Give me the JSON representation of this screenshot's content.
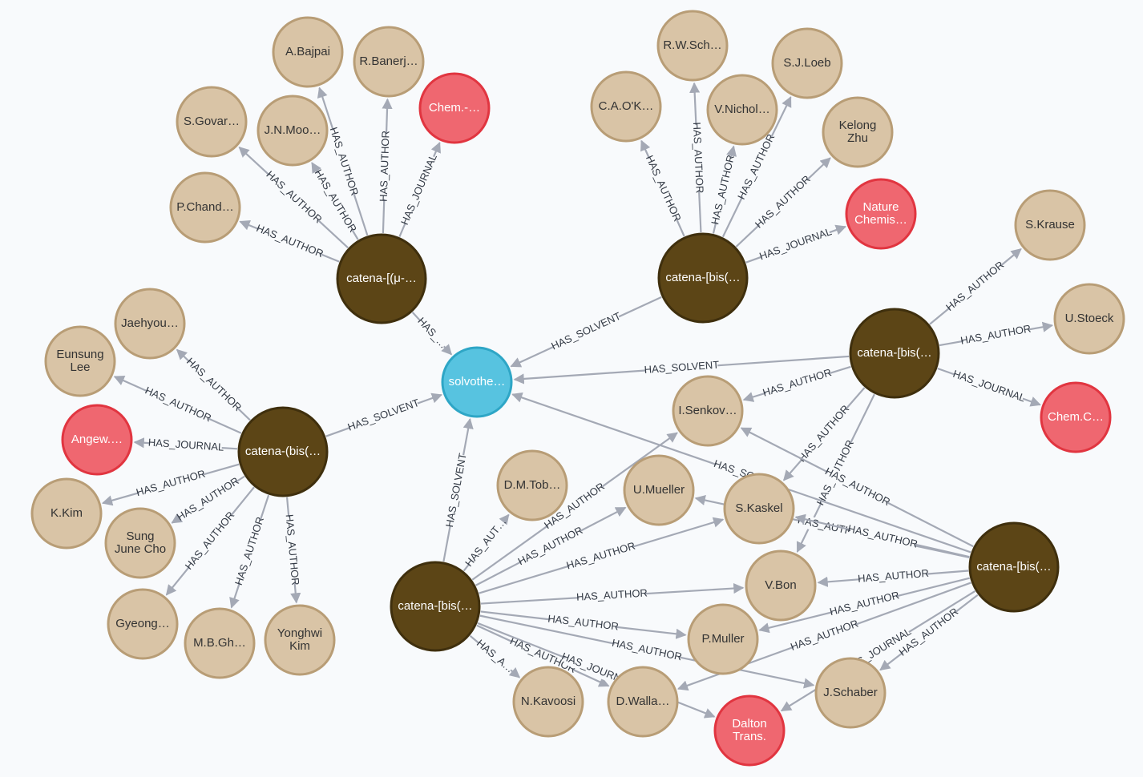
{
  "graph": {
    "colors": {
      "author": "#d9c4a6",
      "author_border": "#b89d76",
      "compound": "#5c4516",
      "compound_border": "#3f2f0d",
      "journal": "#ef6770",
      "journal_border": "#e13540",
      "solvent": "#57c3e0",
      "solvent_border": "#2ea6c6",
      "edge": "#a4a9b5",
      "label_dark": "#333333",
      "label_light": "#ffffff"
    },
    "nodes": [
      {
        "id": "solv",
        "type": "solvent",
        "label": [
          "solvothe…"
        ],
        "icon": "solvent-node"
      },
      {
        "id": "c1",
        "type": "compound",
        "label": [
          "catena-[(μ-…"
        ]
      },
      {
        "id": "c2",
        "type": "compound",
        "label": [
          "catena-[bis(…"
        ]
      },
      {
        "id": "c3",
        "type": "compound",
        "label": [
          "catena-[bis(…"
        ]
      },
      {
        "id": "c4",
        "type": "compound",
        "label": [
          "catena-(bis(…"
        ]
      },
      {
        "id": "c5",
        "type": "compound",
        "label": [
          "catena-[bis(…"
        ]
      },
      {
        "id": "c6",
        "type": "compound",
        "label": [
          "catena-[bis(…"
        ]
      },
      {
        "id": "a_bajpai",
        "type": "author",
        "label": [
          "A.Bajpai"
        ]
      },
      {
        "id": "r_banerj",
        "type": "author",
        "label": [
          "R.Banerj…"
        ]
      },
      {
        "id": "j_chem_eur",
        "type": "journal",
        "label": [
          "Chem.-…"
        ]
      },
      {
        "id": "s_govar",
        "type": "author",
        "label": [
          "S.Govar…"
        ]
      },
      {
        "id": "jn_moo",
        "type": "author",
        "label": [
          "J.N.Moo…"
        ]
      },
      {
        "id": "p_chand",
        "type": "author",
        "label": [
          "P.Chand…"
        ]
      },
      {
        "id": "rw_sch",
        "type": "author",
        "label": [
          "R.W.Sch…"
        ]
      },
      {
        "id": "sj_loeb",
        "type": "author",
        "label": [
          "S.J.Loeb"
        ]
      },
      {
        "id": "cao_k",
        "type": "author",
        "label": [
          "C.A.O'K…"
        ]
      },
      {
        "id": "v_nichol",
        "type": "author",
        "label": [
          "V.Nichol…"
        ]
      },
      {
        "id": "kelong_zhu",
        "type": "author",
        "label": [
          "Kelong",
          "Zhu"
        ]
      },
      {
        "id": "j_nature",
        "type": "journal",
        "label": [
          "Nature",
          "Chemis…"
        ]
      },
      {
        "id": "s_krause",
        "type": "author",
        "label": [
          "S.Krause"
        ]
      },
      {
        "id": "u_stoeck",
        "type": "author",
        "label": [
          "U.Stoeck"
        ]
      },
      {
        "id": "j_chem_c",
        "type": "journal",
        "label": [
          "Chem.C…"
        ]
      },
      {
        "id": "i_senkov",
        "type": "author",
        "label": [
          "I.Senkov…"
        ]
      },
      {
        "id": "jaehyou",
        "type": "author",
        "label": [
          "Jaehyou…"
        ]
      },
      {
        "id": "eunsung_lee",
        "type": "author",
        "label": [
          "Eunsung",
          "Lee"
        ]
      },
      {
        "id": "j_angew",
        "type": "journal",
        "label": [
          "Angew.…"
        ]
      },
      {
        "id": "k_kim",
        "type": "author",
        "label": [
          "K.Kim"
        ]
      },
      {
        "id": "sung_june_cho",
        "type": "author",
        "label": [
          "Sung",
          "June Cho"
        ]
      },
      {
        "id": "gyeong",
        "type": "author",
        "label": [
          "Gyeong…"
        ]
      },
      {
        "id": "mb_gh",
        "type": "author",
        "label": [
          "M.B.Gh…"
        ]
      },
      {
        "id": "yonghwi_kim",
        "type": "author",
        "label": [
          "Yonghwi",
          "Kim"
        ]
      },
      {
        "id": "dm_tob",
        "type": "author",
        "label": [
          "D.M.Tob…"
        ]
      },
      {
        "id": "u_mueller",
        "type": "author",
        "label": [
          "U.Mueller"
        ]
      },
      {
        "id": "s_kaskel",
        "type": "author",
        "label": [
          "S.Kaskel"
        ]
      },
      {
        "id": "v_bon",
        "type": "author",
        "label": [
          "V.Bon"
        ]
      },
      {
        "id": "p_muller",
        "type": "author",
        "label": [
          "P.Muller"
        ]
      },
      {
        "id": "j_schaber",
        "type": "author",
        "label": [
          "J.Schaber"
        ]
      },
      {
        "id": "n_kavoosi",
        "type": "author",
        "label": [
          "N.Kavoosi"
        ]
      },
      {
        "id": "d_walla",
        "type": "author",
        "label": [
          "D.Walla…"
        ]
      },
      {
        "id": "j_dalton",
        "type": "journal",
        "label": [
          "Dalton",
          "Trans."
        ]
      }
    ],
    "edges": [
      {
        "from": "c1",
        "to": "a_bajpai",
        "label": "HAS_AUTHOR"
      },
      {
        "from": "c1",
        "to": "r_banerj",
        "label": "HAS_AUTHOR"
      },
      {
        "from": "c1",
        "to": "j_chem_eur",
        "label": "HAS_JOURNAL"
      },
      {
        "from": "c1",
        "to": "s_govar",
        "label": "HAS_AUTHOR"
      },
      {
        "from": "c1",
        "to": "jn_moo",
        "label": "HAS_AUTHOR"
      },
      {
        "from": "c1",
        "to": "p_chand",
        "label": "HAS_AUTHOR"
      },
      {
        "from": "c1",
        "to": "solv",
        "label": "HAS_…"
      },
      {
        "from": "c2",
        "to": "cao_k",
        "label": "HAS_AUTHOR"
      },
      {
        "from": "c2",
        "to": "rw_sch",
        "label": "HAS_AUTHOR"
      },
      {
        "from": "c2",
        "to": "v_nichol",
        "label": "HAS_AUTHOR"
      },
      {
        "from": "c2",
        "to": "sj_loeb",
        "label": "HAS_AUTHOR"
      },
      {
        "from": "c2",
        "to": "kelong_zhu",
        "label": "HAS_AUTHOR"
      },
      {
        "from": "c2",
        "to": "j_nature",
        "label": "HAS_JOURNAL"
      },
      {
        "from": "c2",
        "to": "solv",
        "label": "HAS_SOLVENT"
      },
      {
        "from": "c3",
        "to": "s_krause",
        "label": "HAS_AUTHOR"
      },
      {
        "from": "c3",
        "to": "u_stoeck",
        "label": "HAS_AUTHOR"
      },
      {
        "from": "c3",
        "to": "j_chem_c",
        "label": "HAS_JOURNAL"
      },
      {
        "from": "c3",
        "to": "solv",
        "label": "HAS_SOLVENT"
      },
      {
        "from": "c3",
        "to": "i_senkov",
        "label": "HAS_AUTHOR"
      },
      {
        "from": "c3",
        "to": "s_kaskel",
        "label": "HAS_AUTHOR"
      },
      {
        "from": "c3",
        "to": "v_bon",
        "label": "HAS_AUTHOR"
      },
      {
        "from": "c4",
        "to": "jaehyou",
        "label": "HAS_AUTHOR"
      },
      {
        "from": "c4",
        "to": "eunsung_lee",
        "label": "HAS_AUTHOR"
      },
      {
        "from": "c4",
        "to": "j_angew",
        "label": "HAS_JOURNAL"
      },
      {
        "from": "c4",
        "to": "k_kim",
        "label": "HAS_AUTHOR"
      },
      {
        "from": "c4",
        "to": "sung_june_cho",
        "label": "HAS_AUTHOR"
      },
      {
        "from": "c4",
        "to": "gyeong",
        "label": "HAS_AUTHOR"
      },
      {
        "from": "c4",
        "to": "mb_gh",
        "label": "HAS_AUTHOR"
      },
      {
        "from": "c4",
        "to": "yonghwi_kim",
        "label": "HAS_AUTHOR"
      },
      {
        "from": "c4",
        "to": "solv",
        "label": "HAS_SOLVENT"
      },
      {
        "from": "c5",
        "to": "solv",
        "label": "HAS_SOLVENT"
      },
      {
        "from": "c5",
        "to": "dm_tob",
        "label": "HAS_AUT…"
      },
      {
        "from": "c5",
        "to": "u_mueller",
        "label": "HAS_AUTHOR"
      },
      {
        "from": "c5",
        "to": "i_senkov",
        "label": "HAS_AUTHOR"
      },
      {
        "from": "c5",
        "to": "s_kaskel",
        "label": "HAS_AUTHOR"
      },
      {
        "from": "c5",
        "to": "v_bon",
        "label": "HAS_AUTHOR"
      },
      {
        "from": "c5",
        "to": "p_muller",
        "label": "HAS_AUTHOR"
      },
      {
        "from": "c5",
        "to": "n_kavoosi",
        "label": "HAS_A…"
      },
      {
        "from": "c5",
        "to": "d_walla",
        "label": "HAS_AUTHOR"
      },
      {
        "from": "c5",
        "to": "j_dalton",
        "label": "HAS_JOURN…"
      },
      {
        "from": "c5",
        "to": "j_schaber",
        "label": "HAS_AUTHOR"
      },
      {
        "from": "c6",
        "to": "solv",
        "label": "HAS_SOL…"
      },
      {
        "from": "c6",
        "to": "i_senkov",
        "label": "HAS_AUTHOR"
      },
      {
        "from": "c6",
        "to": "u_mueller",
        "label": "HAS_AUTHOR"
      },
      {
        "from": "c6",
        "to": "s_kaskel",
        "label": "HAS_AUTHOR"
      },
      {
        "from": "c6",
        "to": "v_bon",
        "label": "HAS_AUTHOR"
      },
      {
        "from": "c6",
        "to": "p_muller",
        "label": "HAS_AUTHOR"
      },
      {
        "from": "c6",
        "to": "d_walla",
        "label": "HAS_AUTHOR"
      },
      {
        "from": "c6",
        "to": "j_schaber",
        "label": "HAS_AUTHOR"
      },
      {
        "from": "c6",
        "to": "j_dalton",
        "label": "HAS_JOURNAL"
      }
    ]
  }
}
